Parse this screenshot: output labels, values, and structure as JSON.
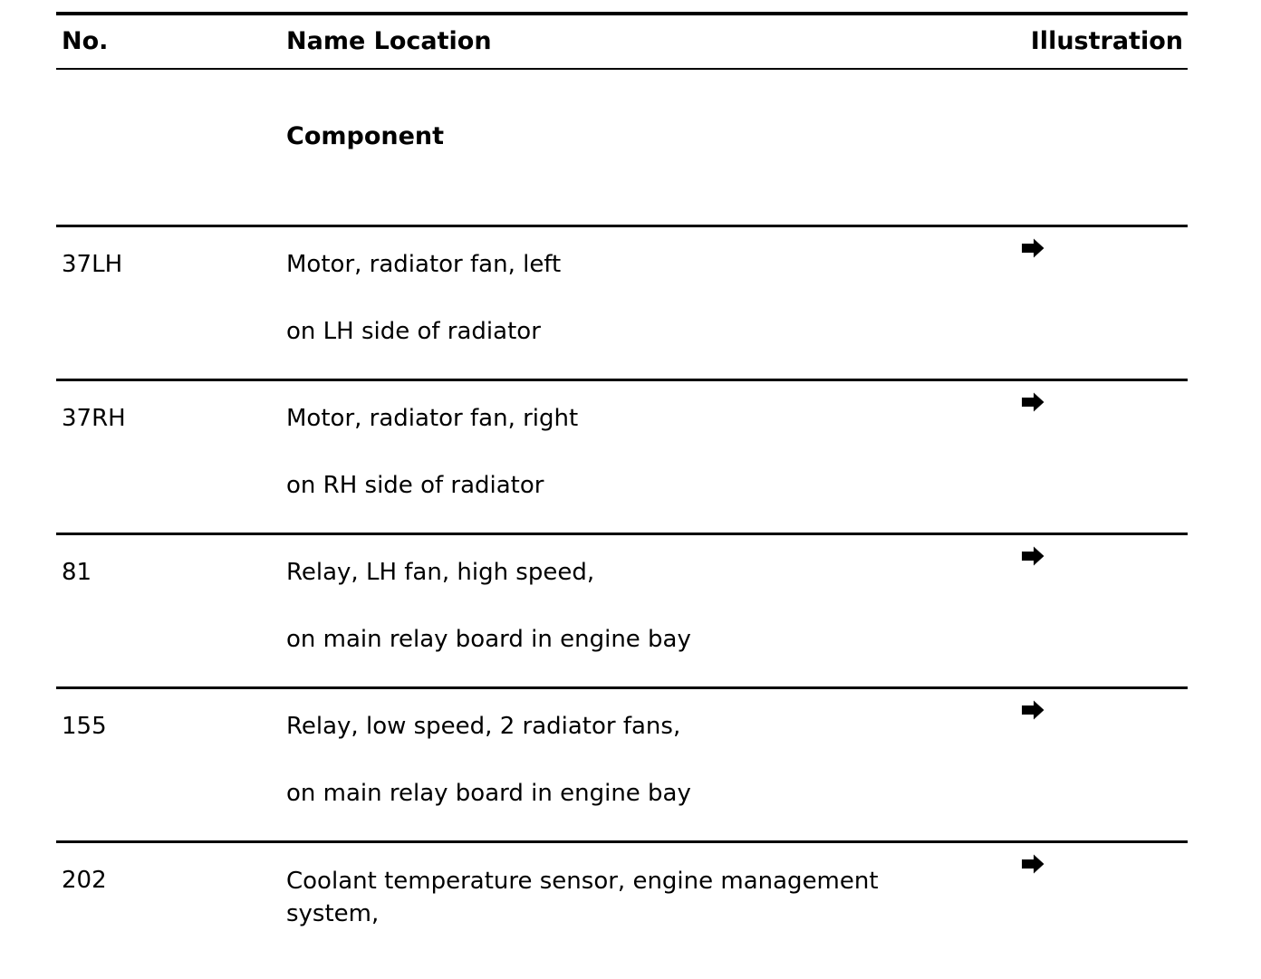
{
  "table": {
    "columns": {
      "no": "No.",
      "name_location": "Name Location",
      "illustration": "Illustration"
    },
    "subheading": "Component",
    "illustration_icon": "arrow-right-icon",
    "rows": [
      {
        "no": "37LH",
        "name": "Motor, radiator fan, left",
        "location": "on LH side of radiator",
        "illustration": "➡"
      },
      {
        "no": "37RH",
        "name": "Motor, radiator fan, right",
        "location": "on RH side of radiator",
        "illustration": "➡"
      },
      {
        "no": "81",
        "name": "Relay, LH fan, high speed,",
        "location": "on main relay board in engine bay",
        "illustration": "➡"
      },
      {
        "no": "155",
        "name": "Relay, low speed, 2 radiator fans,",
        "location": "on main relay board in engine bay",
        "illustration": "➡"
      },
      {
        "no": "202",
        "name": "Coolant temperature sensor, engine management system,",
        "location": "",
        "illustration": "➡"
      }
    ]
  },
  "colors": {
    "ink": "#000000",
    "paper": "#ffffff"
  }
}
